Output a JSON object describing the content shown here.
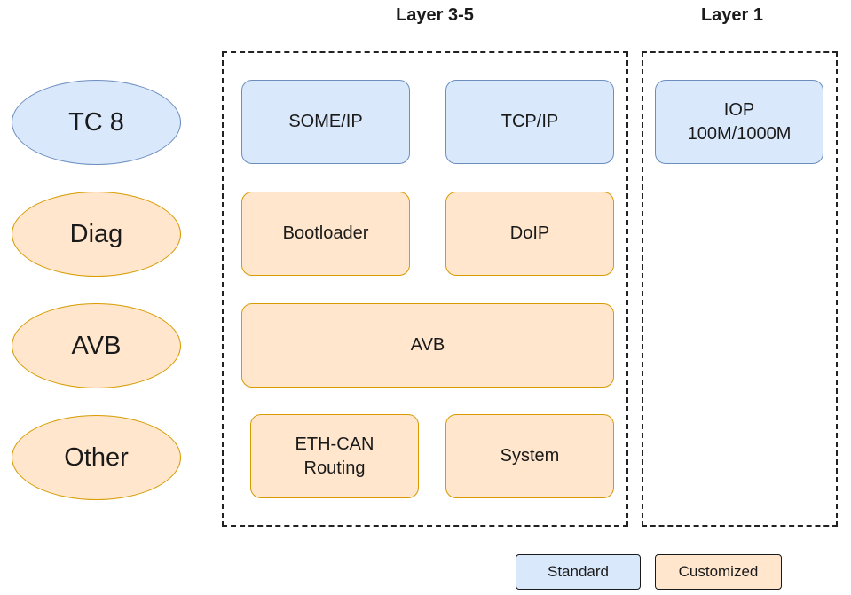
{
  "headers": {
    "layer35": "Layer 3-5",
    "layer1": "Layer 1"
  },
  "categories": [
    {
      "label": "TC 8",
      "kind": "standard"
    },
    {
      "label": "Diag",
      "kind": "customized"
    },
    {
      "label": "AVB",
      "kind": "customized"
    },
    {
      "label": "Other",
      "kind": "customized"
    }
  ],
  "boxes": {
    "someip": "SOME/IP",
    "tcpip": "TCP/IP",
    "iop": "IOP\n100M/1000M",
    "bootloader": "Bootloader",
    "doip": "DoIP",
    "avb": "AVB",
    "ethcan": "ETH-CAN\nRouting",
    "system": "System"
  },
  "legend": {
    "standard": "Standard",
    "customized": "Customized"
  },
  "colors": {
    "standard_fill": "#dae8fc",
    "standard_stroke": "#6c8ebf",
    "customized_fill": "#ffe6cc",
    "customized_stroke": "#d79b00"
  }
}
